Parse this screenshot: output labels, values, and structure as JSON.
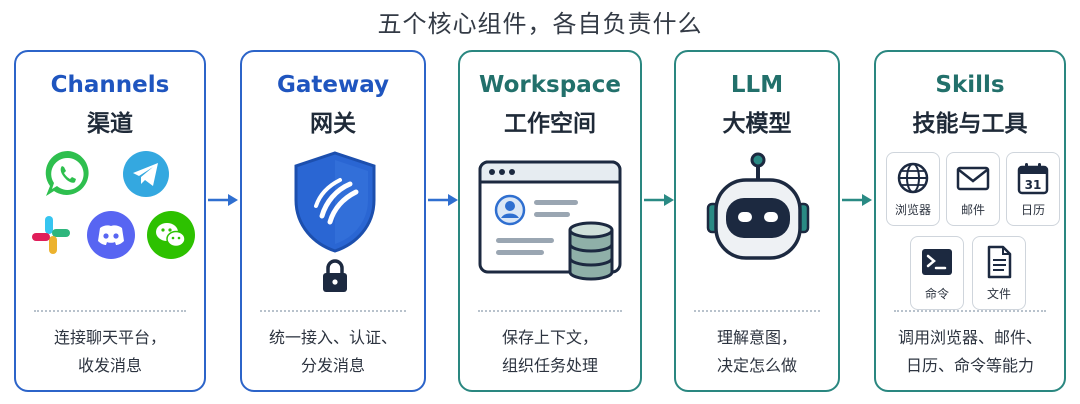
{
  "title": "五个核心组件，各自负责什么",
  "cards": [
    {
      "en": "Channels",
      "zh": "渠道",
      "desc1": "连接聊天平台，",
      "desc2": "收发消息"
    },
    {
      "en": "Gateway",
      "zh": "网关",
      "desc1": "统一接入、认证、",
      "desc2": "分发消息"
    },
    {
      "en": "Workspace",
      "zh": "工作空间",
      "desc1": "保存上下文，",
      "desc2": "组织任务处理"
    },
    {
      "en": "LLM",
      "zh": "大模型",
      "desc1": "理解意图，",
      "desc2": "决定怎么做"
    },
    {
      "en": "Skills",
      "zh": "技能与工具",
      "desc1": "调用浏览器、邮件、",
      "desc2": "日历、命令等能力"
    }
  ],
  "skills": {
    "browser": "浏览器",
    "mail": "邮件",
    "calendar": "日历",
    "calendar_day": "31",
    "command": "命令",
    "file": "文件"
  },
  "icons": {
    "channels": [
      "whatsapp-icon",
      "telegram-icon",
      "slack-icon",
      "discord-icon",
      "wechat-icon"
    ],
    "gateway": [
      "shield-icon",
      "lock-icon"
    ],
    "workspace": [
      "browser-window-icon",
      "user-avatar-icon",
      "database-icon"
    ],
    "llm": [
      "robot-icon"
    ],
    "skills": [
      "globe-icon",
      "envelope-icon",
      "calendar-icon",
      "terminal-icon",
      "document-icon"
    ]
  },
  "colors": {
    "blue_accent": "#1f55bf",
    "teal_accent": "#22706b",
    "arrow_blue": "#2f6fd0",
    "arrow_teal": "#2a8a84"
  }
}
